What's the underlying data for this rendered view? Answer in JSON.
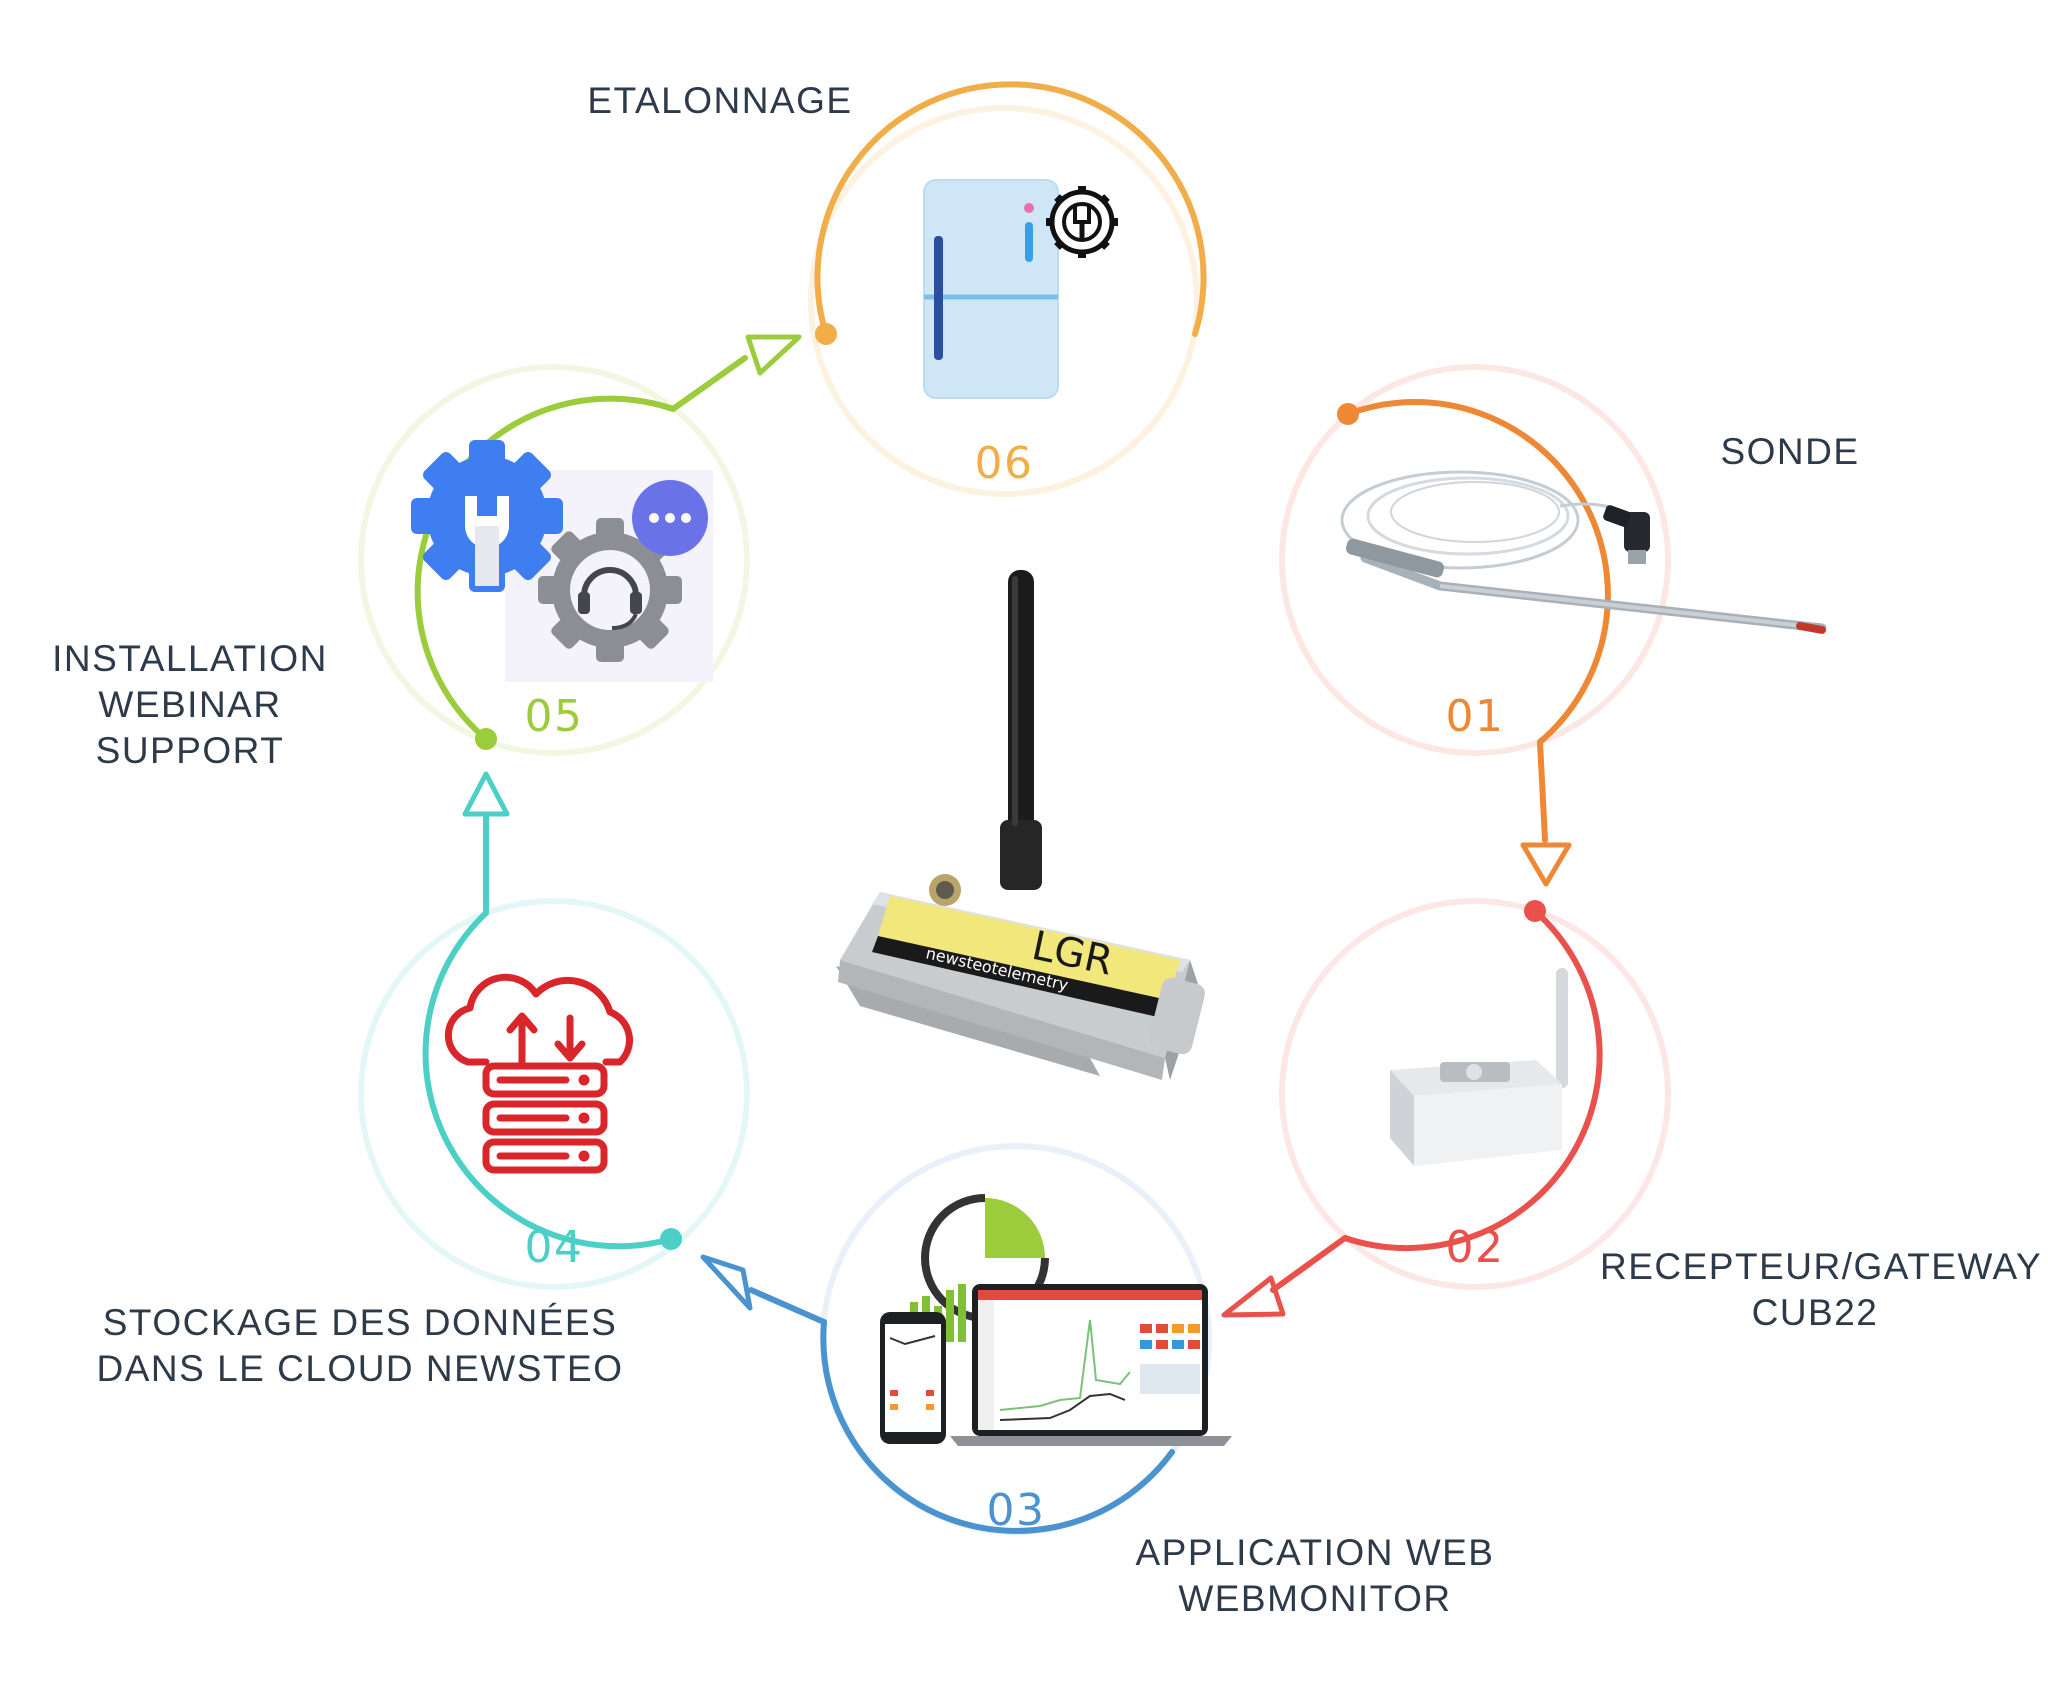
{
  "center": {
    "device_brand": "newsteotelemetry",
    "device_model": "LGR"
  },
  "steps": [
    {
      "number": "01",
      "lines": [
        "SONDE"
      ],
      "color": "#ee8834",
      "device": "temperature-probe"
    },
    {
      "number": "02",
      "lines": [
        "RECEPTEUR/GATEWAY",
        "CUB22"
      ],
      "color": "#e9514c",
      "device": "gateway-receiver"
    },
    {
      "number": "03",
      "lines": [
        "APPLICATION WEB",
        "WEBMONITOR"
      ],
      "color": "#4a93cf",
      "device": "laptop-phone-dashboard"
    },
    {
      "number": "04",
      "lines": [
        "STOCKAGE DES DONNÉES",
        "DANS LE CLOUD NEWSTEO"
      ],
      "color": "#4ccfc6",
      "device": "cloud-server-icon"
    },
    {
      "number": "05",
      "lines": [
        "INSTALLATION",
        "WEBINAR",
        "SUPPORT"
      ],
      "color": "#9ccb3b",
      "device": "gear-support-icon"
    },
    {
      "number": "06",
      "lines": [
        "ETALONNAGE"
      ],
      "color": "#f1ad47",
      "device": "fridge-calibration-icon"
    }
  ]
}
